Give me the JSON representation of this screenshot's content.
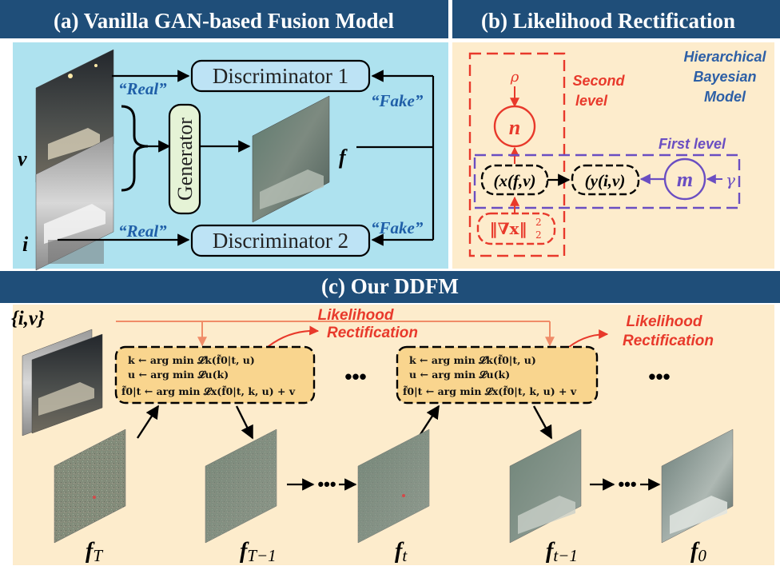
{
  "panels": {
    "a": {
      "title": "(a) Vanilla GAN-based Fusion Model",
      "discriminator_1": "Discriminator 1",
      "discriminator_2": "Discriminator 2",
      "generator": "Generator",
      "real_label_1": "“Real”",
      "real_label_2": "“Real”",
      "fake_label_1": "“Fake”",
      "fake_label_2": "“Fake”",
      "input_v": "v",
      "input_i": "i",
      "output_f": "f"
    },
    "b": {
      "title": "(b) Likelihood Rectification",
      "model_title": [
        "Hierarchical",
        "Bayesian",
        "Model"
      ],
      "second_level": [
        "Second",
        "level"
      ],
      "first_level": "First level",
      "node_n": "n",
      "node_m": "m",
      "node_x": "(x(f,v)",
      "node_y": "(y(i,v)",
      "node_grad": "‖∇x‖",
      "grad_sup": "2",
      "grad_sub": "2",
      "rho": "ρ",
      "gamma": "γ"
    },
    "c": {
      "title": "(c) Our DDFM",
      "inputs": "{i,v}",
      "likelihood_label": [
        "Likelihood",
        "Rectification"
      ],
      "eq_k": "k ← arg min 𝓛k(f̃0|t, u)",
      "eq_u": "u ← arg min 𝓛u(k)",
      "eq_f": "f̃0|t ← arg min 𝓛x(f̃0|t, k, u) + v",
      "ellipsis": "•••",
      "seq_ellipsis": "•••",
      "frame_labels": [
        "f",
        "f",
        "f",
        "f",
        "f"
      ],
      "frame_subs": [
        "T",
        "T−1",
        "t",
        "t−1",
        "0"
      ]
    }
  },
  "colors": {
    "header_bg": "#1f4e79",
    "panel_a_bg": "#aee2ef",
    "panel_b_bg": "#fdeccc",
    "panel_c_bg": "#fdeccc",
    "disc_fill": "#bde3f5",
    "gen_fill": "#e5f3d6",
    "eq_fill": "#f9d58e",
    "real_fake_text": "#1f5fa8",
    "red": "#e8392b",
    "purple": "#6a4ec2",
    "hbm_blue": "#2d5fa6",
    "arrow_orange": "#f08c68"
  }
}
